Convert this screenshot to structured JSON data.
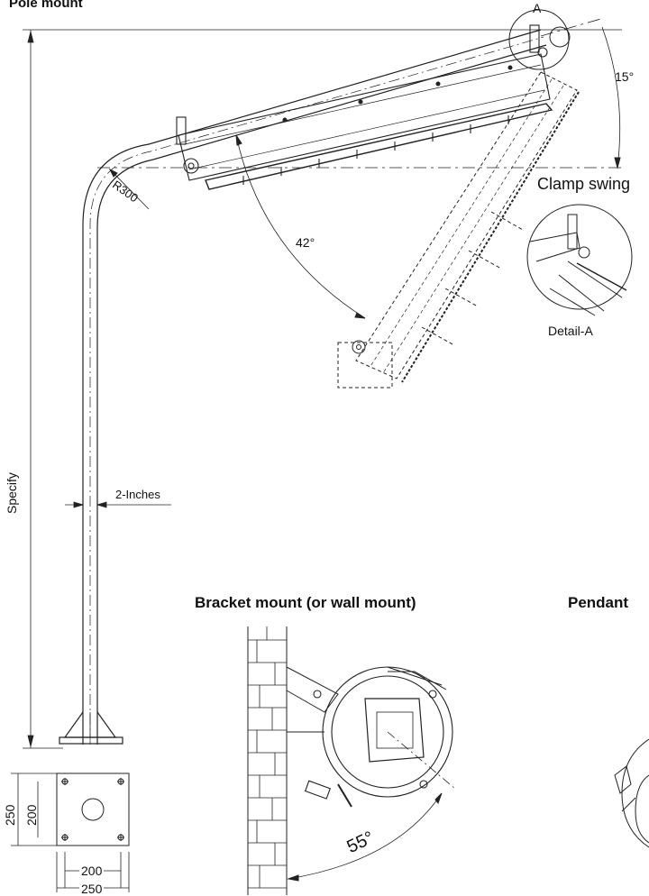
{
  "pole": {
    "title": "Pole mount",
    "detail_marker": "A",
    "angle_tilt": "15°",
    "clamp_swing": "Clamp swing",
    "radius": "R300",
    "angle_swing": "42°",
    "detail_label": "Detail-A",
    "height_label": "Specify",
    "pipe_size": "2-Inches",
    "plate_h_outer": "250",
    "plate_h_inner": "200",
    "plate_w_inner": "200",
    "plate_w_outer": "250"
  },
  "bracket": {
    "title": "Bracket mount (or wall mount)",
    "angle": "55°"
  },
  "pendant": {
    "title": "Pendant"
  }
}
